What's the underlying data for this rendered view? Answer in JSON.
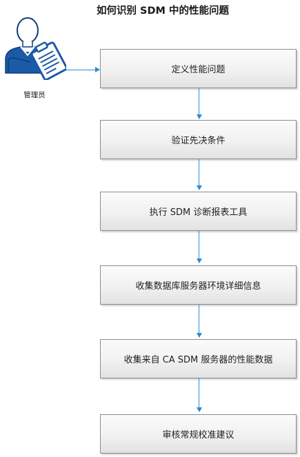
{
  "diagram": {
    "title": "如何识别 SDM 中的性能问题",
    "actor": {
      "label": "管理员",
      "icon": "administrator-clipboard-icon"
    },
    "steps": [
      {
        "label": "定义性能问题"
      },
      {
        "label": "验证先决条件"
      },
      {
        "label": "执行 SDM 诊断报表工具"
      },
      {
        "label": "收集数据库服务器环境详细信息"
      },
      {
        "label": "收集来自 CA SDM 服务器的性能数据"
      },
      {
        "label": "审核常规校准建议"
      }
    ],
    "colors": {
      "arrow": "#2e8bd0",
      "box_border": "#8c8c8c",
      "actor_blue": "#1b5aa6"
    }
  }
}
